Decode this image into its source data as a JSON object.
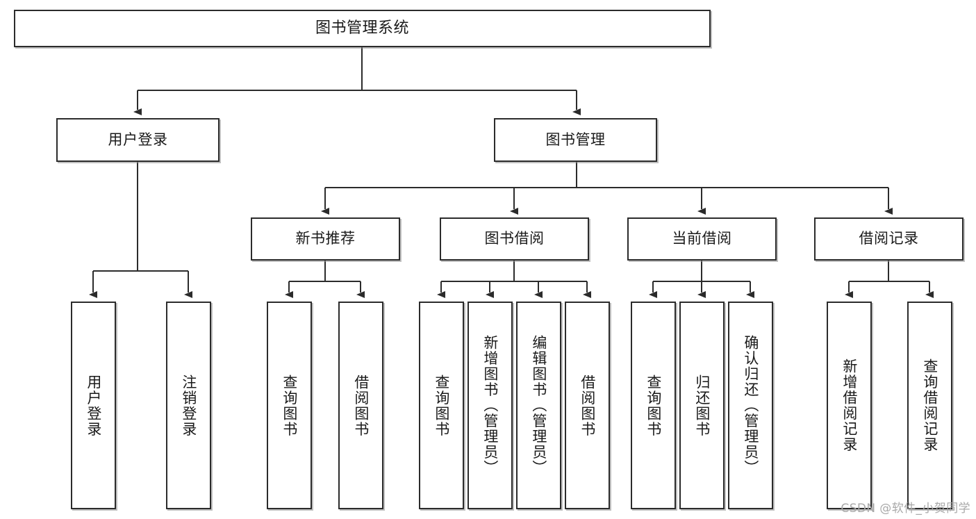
{
  "diagram": {
    "title": "图书管理系统",
    "type": "tree-hierarchy",
    "colors": {
      "box_border": "#2b2b2b",
      "box_fill": "#ffffff",
      "connector": "#2b2b2b",
      "text": "#1a1a1a",
      "watermark": "#a9a9a9"
    },
    "root": {
      "label": "图书管理系统"
    },
    "level2": [
      {
        "label": "用户登录"
      },
      {
        "label": "图书管理"
      }
    ],
    "level3": [
      {
        "label": "新书推荐"
      },
      {
        "label": "图书借阅"
      },
      {
        "label": "当前借阅"
      },
      {
        "label": "借阅记录"
      }
    ],
    "leaves": {
      "user_login": [
        {
          "label": "用户登录"
        },
        {
          "label": "注销登录"
        }
      ],
      "new_book_recommend": [
        {
          "label": "查询图书"
        },
        {
          "label": "借阅图书"
        }
      ],
      "book_borrow": [
        {
          "label": "查询图书"
        },
        {
          "label": "新增图书（管理员）"
        },
        {
          "label": "编辑图书（管理员）"
        },
        {
          "label": "借阅图书"
        }
      ],
      "current_borrow": [
        {
          "label": "查询图书"
        },
        {
          "label": "归还图书"
        },
        {
          "label": "确认归还（管理员）"
        }
      ],
      "borrow_record": [
        {
          "label": "新增借阅记录"
        },
        {
          "label": "查询借阅记录"
        }
      ]
    }
  },
  "watermark": {
    "text": "CSDN @软件_小贺同学"
  }
}
